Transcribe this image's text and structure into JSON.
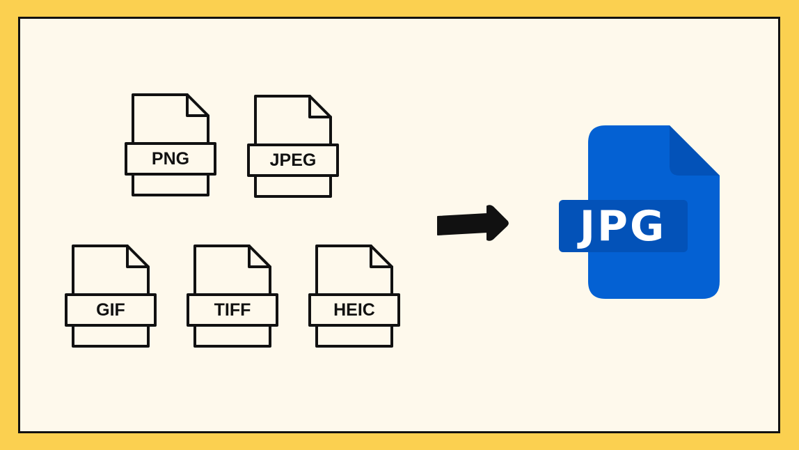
{
  "source_formats": [
    {
      "id": "png",
      "label": "PNG"
    },
    {
      "id": "jpeg",
      "label": "JPEG"
    },
    {
      "id": "gif",
      "label": "GIF"
    },
    {
      "id": "tiff",
      "label": "TIFF"
    },
    {
      "id": "heic",
      "label": "HEIC"
    }
  ],
  "target_format": {
    "label": "JPG",
    "color": "#0461D3",
    "fold_color": "#0352B8"
  },
  "colors": {
    "frame_background": "#FBD050",
    "canvas_background": "#FEF9EC",
    "outline": "#111111",
    "arrow": "#111111"
  },
  "arrow_icon": "right-arrow-icon"
}
